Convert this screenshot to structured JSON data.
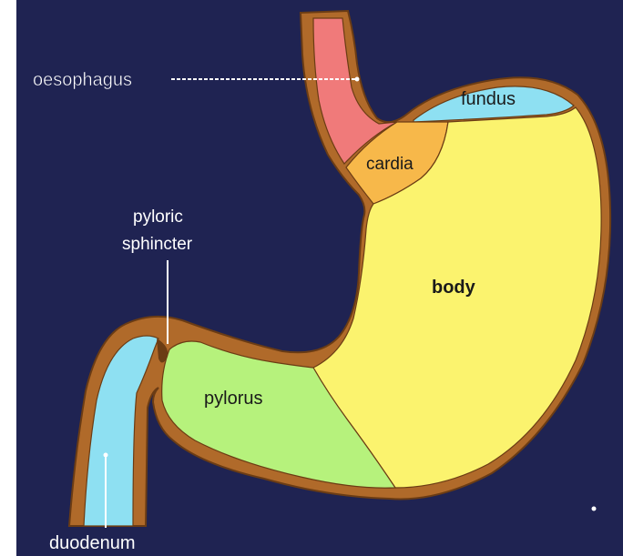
{
  "diagram": {
    "labels": {
      "oesophagus": "oesophagus",
      "fundus": "fundus",
      "cardia": "cardia",
      "pyloric_line1": "pyloric",
      "pyloric_line2": "sphincter",
      "body": "body",
      "pylorus": "pylorus",
      "duodenum": "duodenum"
    },
    "colors": {
      "background": "#1f2352",
      "wall": "#b06a2a",
      "oesophagus": "#f07a7a",
      "fundus": "#8ee0f2",
      "cardia": "#f7b84a",
      "body": "#fbf36e",
      "pylorus": "#b6f27c",
      "duodenum": "#8ee0f2",
      "outline": "#6b3c14",
      "text_light": "#ffffff",
      "text_dark": "#1a1a1a"
    }
  }
}
